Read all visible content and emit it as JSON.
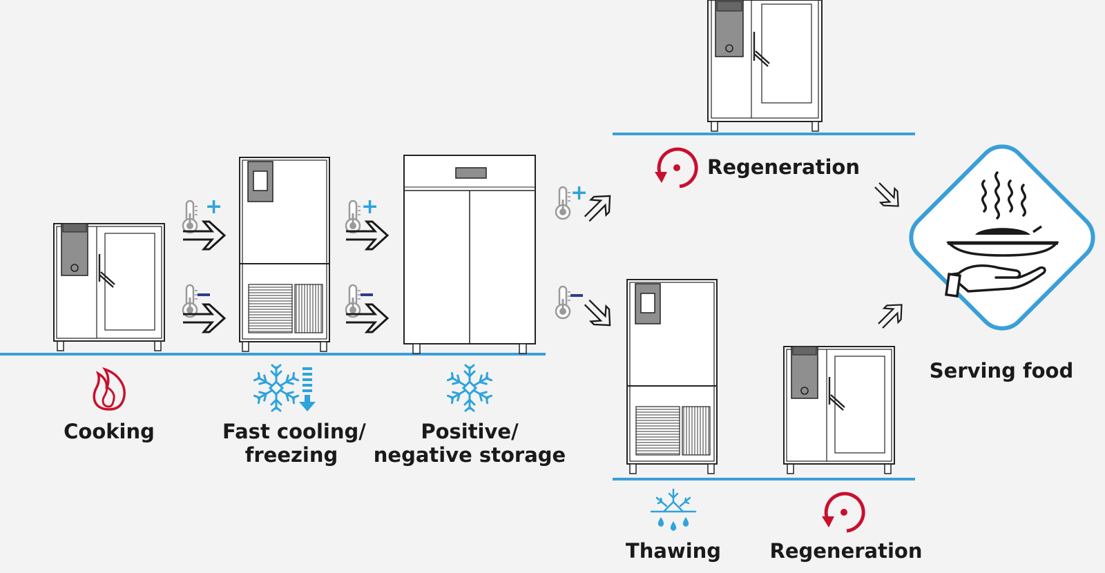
{
  "labels": {
    "cooking": "Cooking",
    "fast_cooling_1": "Fast cooling/",
    "fast_cooling_2": "freezing",
    "storage_1": "Positive/",
    "storage_2": "negative storage",
    "regeneration_top": "Regeneration",
    "thawing": "Thawing",
    "regeneration_bottom": "Regeneration",
    "serving": "Serving food"
  },
  "thermometer_signs": {
    "plus": "+",
    "minus": "–"
  },
  "colors": {
    "background": "#f3f3f3",
    "floor_line": "#3a9fd8",
    "snow_blue": "#2ea3dc",
    "flame_red": "#c8102e",
    "regen_red": "#c8102e",
    "minus_navy": "#2c3e8f",
    "appliance_stroke": "#222222",
    "panel_gray": "#8f8f8f"
  },
  "icons": [
    "flame-icon",
    "snowflake-down-arrow-icon",
    "snowflake-icon",
    "regeneration-icon",
    "thawing-icon",
    "serving-food-icon",
    "thermometer-plus-icon",
    "thermometer-minus-icon",
    "arrow-right-icon"
  ]
}
